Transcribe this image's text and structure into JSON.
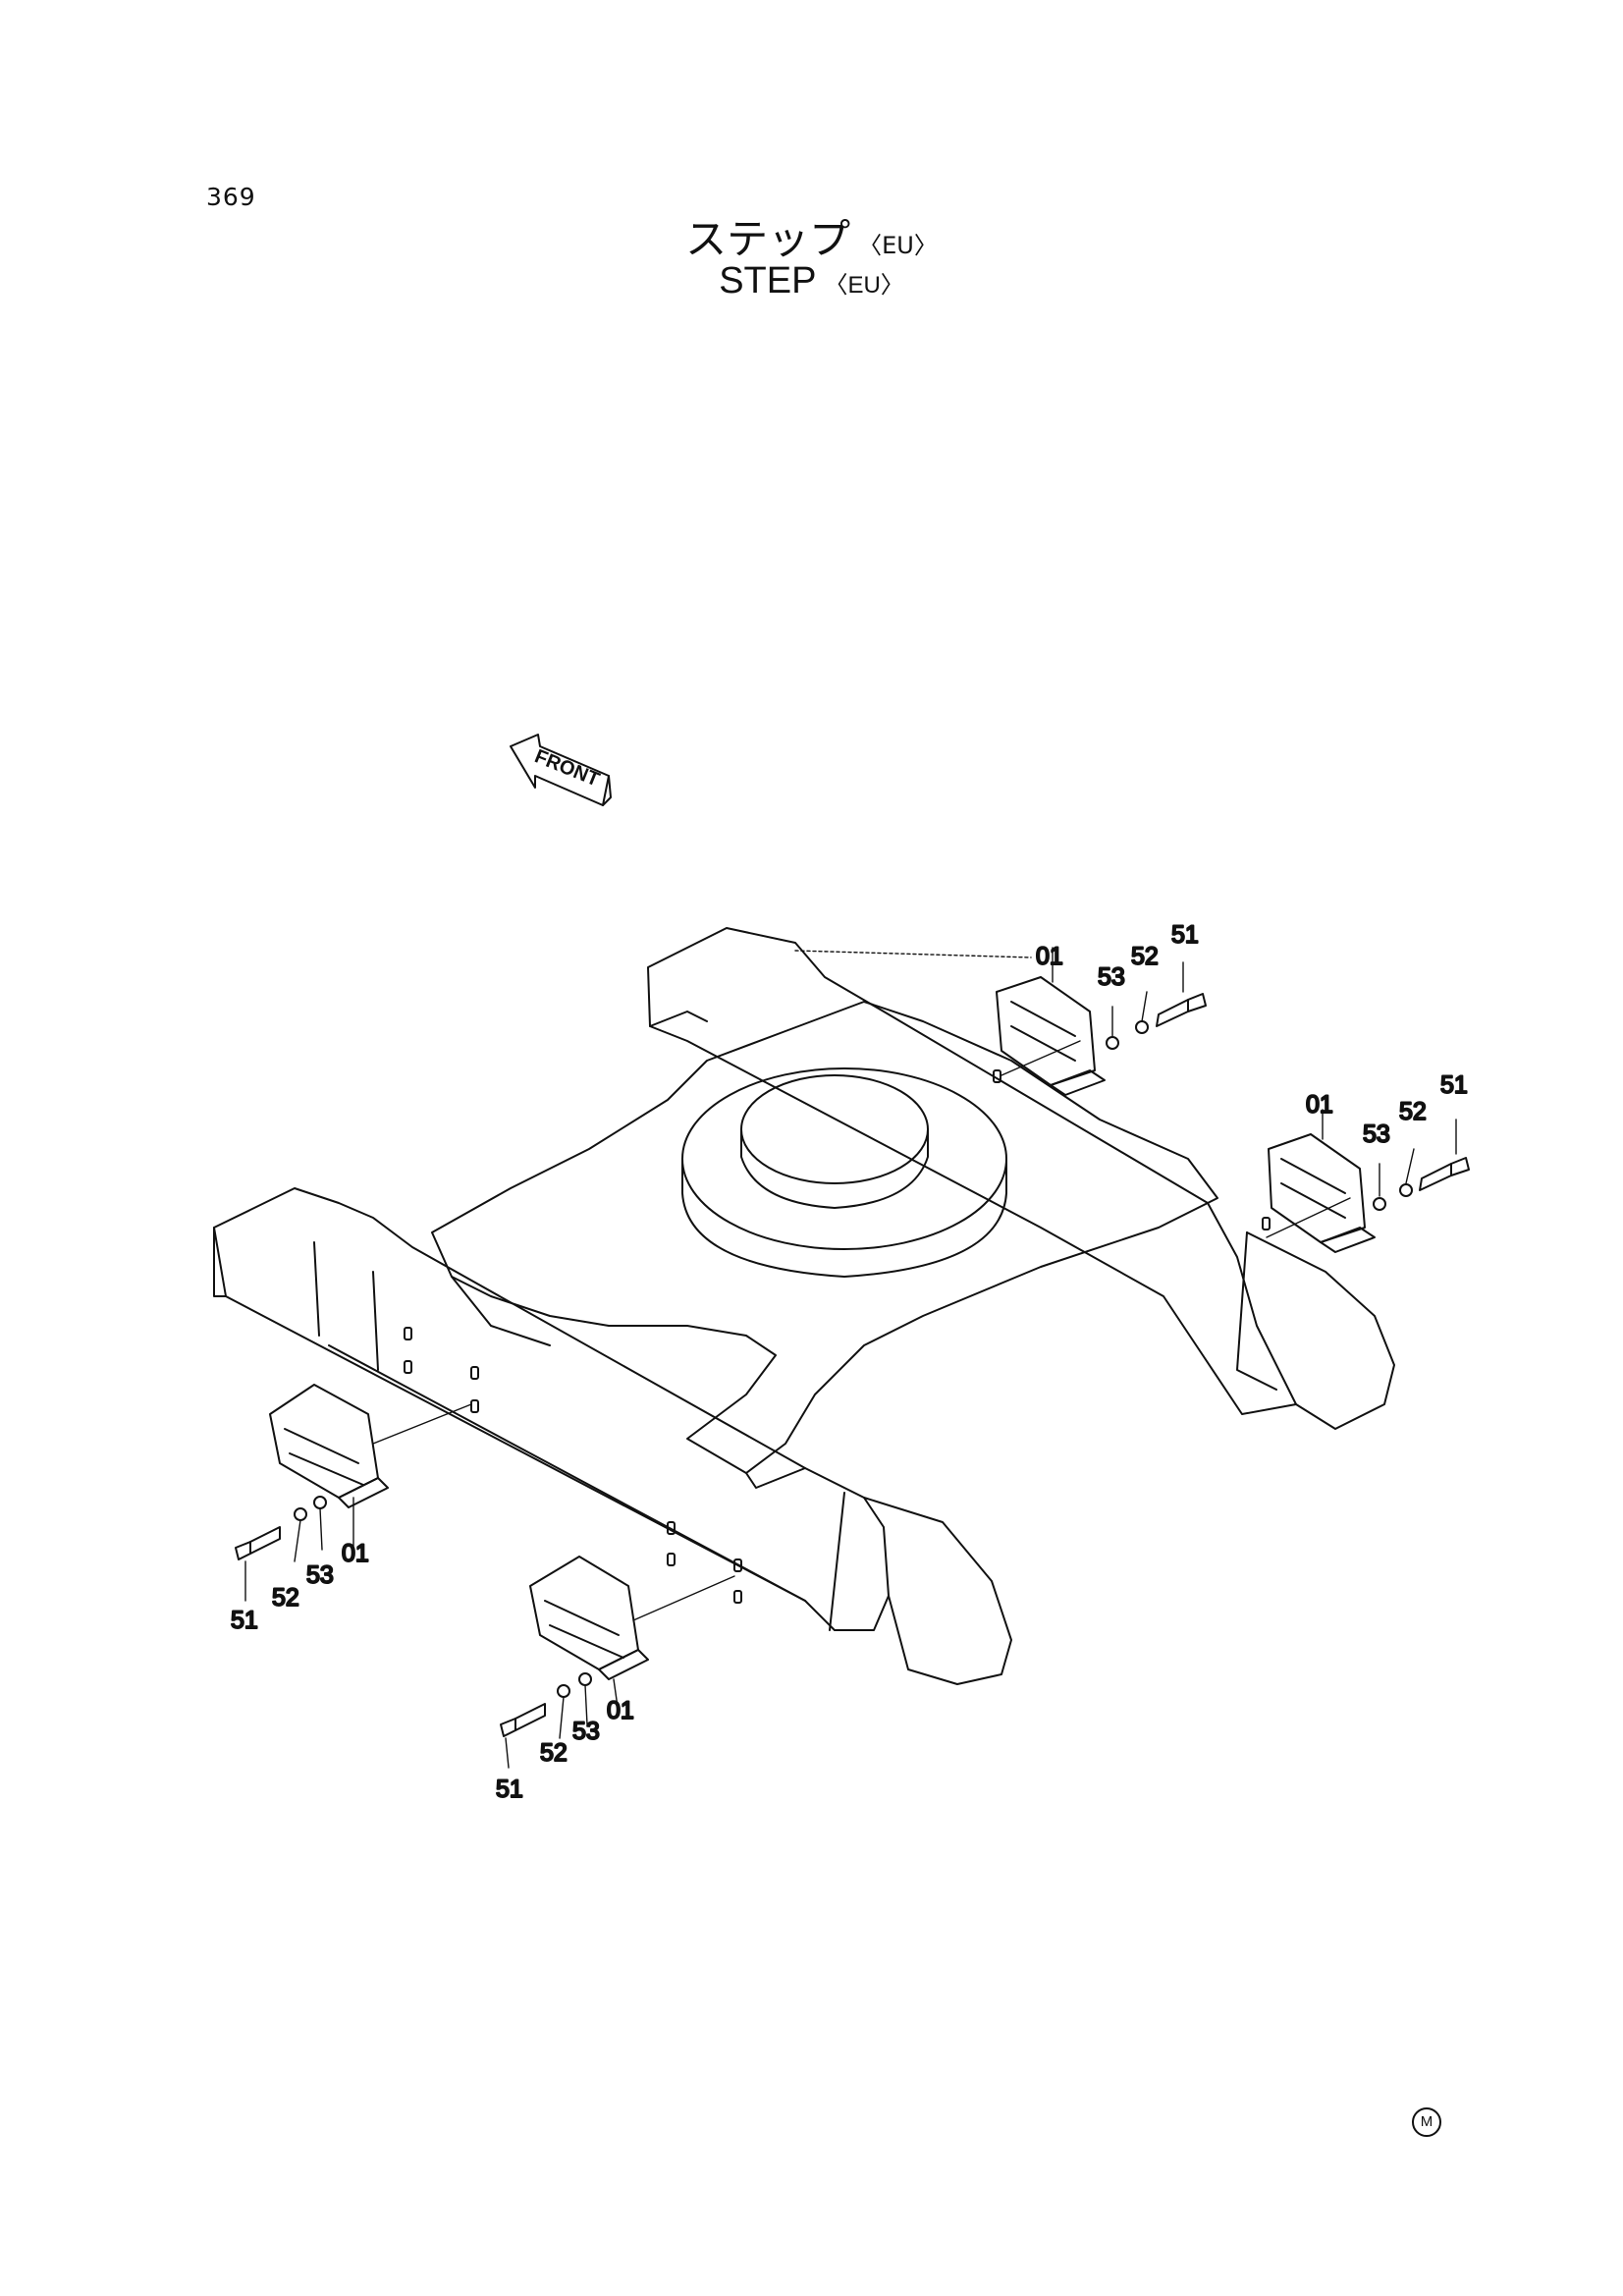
{
  "page": {
    "number": "369"
  },
  "title": {
    "japanese": "ステップ",
    "english": "STEP",
    "variant": "〈EU〉"
  },
  "front_marker": {
    "label": "FRONT"
  },
  "callouts": [
    {
      "label": "01"
    },
    {
      "label": "53"
    },
    {
      "label": "52"
    },
    {
      "label": "51"
    },
    {
      "label": "01"
    },
    {
      "label": "53"
    },
    {
      "label": "52"
    },
    {
      "label": "51"
    },
    {
      "label": "51"
    },
    {
      "label": "52"
    },
    {
      "label": "53"
    },
    {
      "label": "01"
    },
    {
      "label": "51"
    },
    {
      "label": "52"
    },
    {
      "label": "53"
    },
    {
      "label": "01"
    }
  ],
  "corner_mark": {
    "label": "M"
  }
}
